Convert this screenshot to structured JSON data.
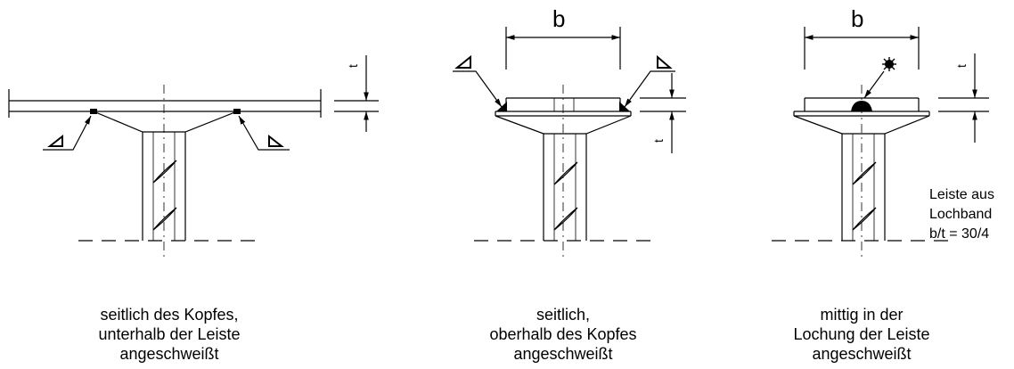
{
  "dimensions": {
    "b_left": "b",
    "b_right": "b",
    "t": "t"
  },
  "note": {
    "lines": [
      "Leiste aus",
      "Lochband",
      "b/t = 30/4"
    ]
  },
  "captions": [
    {
      "lines": [
        "seitlich des Kopfes,",
        "unterhalb der Leiste",
        "angeschweißt"
      ]
    },
    {
      "lines": [
        "seitlich,",
        "oberhalb des Kopfes",
        "angeschweißt"
      ]
    },
    {
      "lines": [
        "mittig in der",
        "Lochung der Leiste",
        "angeschweißt"
      ]
    }
  ]
}
